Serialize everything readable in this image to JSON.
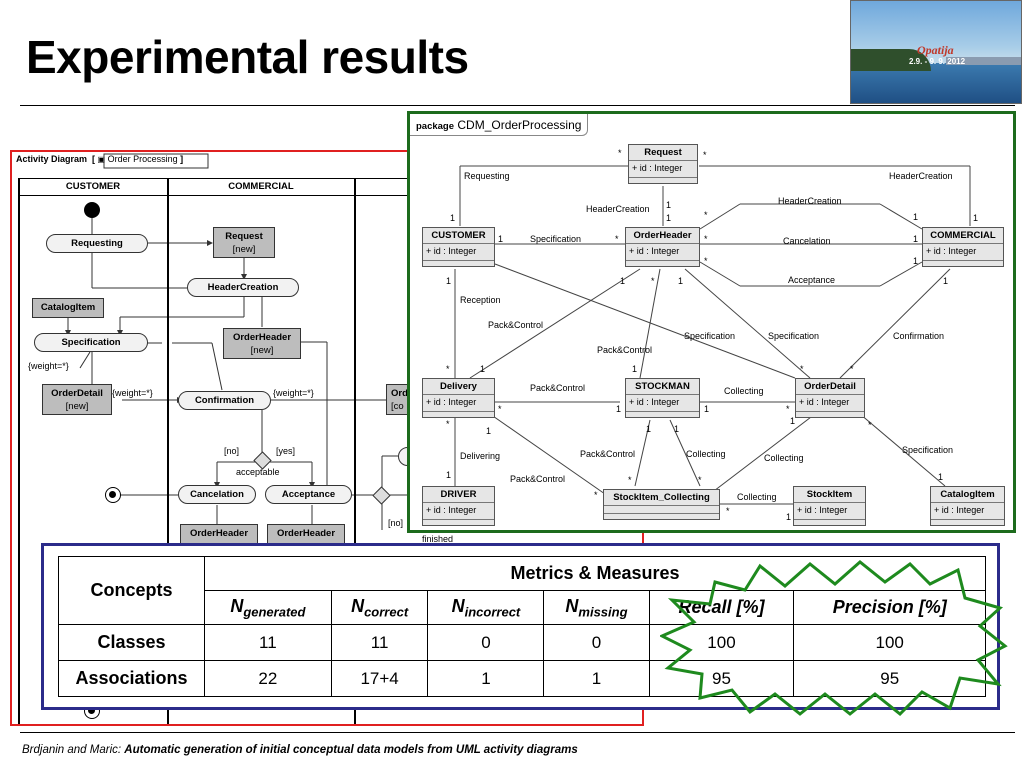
{
  "slide": {
    "title": "Experimental results",
    "photo": {
      "place": "Opatija",
      "dates": "2.9. - 9. 9. 2012"
    },
    "footer": {
      "authors": "Brdjanin and Maric:",
      "paper": "Automatic generation of initial conceptual data models  from UML activity diagrams"
    }
  },
  "activity_diagram": {
    "header_kind": "Activity Diagram",
    "header_name": "Order Processing",
    "lanes": [
      "CUSTOMER",
      "COMMERCIAL"
    ],
    "actions": {
      "requesting": "Requesting",
      "header_creation": "HeaderCreation",
      "specification": "Specification",
      "confirmation": "Confirmation",
      "cancelation": "Cancelation",
      "acceptance": "Acceptance"
    },
    "objects": {
      "request": {
        "name": "Request",
        "state": "[new]"
      },
      "catalog_item": {
        "name": "CatalogItem"
      },
      "order_header": {
        "name": "OrderHeader",
        "state": "[new]"
      },
      "order_detail": {
        "name": "OrderDetail",
        "state": "[new]"
      },
      "ord_cut": {
        "name": "Ord",
        "state": "[co"
      },
      "oh1": {
        "name": "OrderHeader"
      },
      "oh2": {
        "name": "OrderHeader"
      }
    },
    "labels": {
      "weight1": "{weight=*}",
      "weight2": "{weight=*}",
      "weight3": "{weight=*}",
      "no": "[no]",
      "yes": "[yes]",
      "acceptable": "acceptable",
      "no2": "[no]",
      "finished": "finished"
    }
  },
  "class_diagram": {
    "package_kw": "package",
    "package_name": "CDM_OrderProcessing",
    "classes": {
      "request": {
        "name": "Request",
        "attr": "+ id  : Integer"
      },
      "customer": {
        "name": "CUSTOMER",
        "attr": "+ id  : Integer"
      },
      "orderheader": {
        "name": "OrderHeader",
        "attr": "+ id  : Integer"
      },
      "commercial": {
        "name": "COMMERCIAL",
        "attr": "+ id  : Integer"
      },
      "delivery": {
        "name": "Delivery",
        "attr": "+ id  : Integer"
      },
      "stockman": {
        "name": "STOCKMAN",
        "attr": "+ id  : Integer"
      },
      "orderdetail": {
        "name": "OrderDetail",
        "attr": "+ id  : Integer"
      },
      "driver": {
        "name": "DRIVER",
        "attr": "+ id  : Integer"
      },
      "stockitem_collecting": {
        "name": "StockItem_Collecting",
        "attr": ""
      },
      "stockitem": {
        "name": "StockItem",
        "attr": "+ id  : Integer"
      },
      "catalogitem": {
        "name": "CatalogItem",
        "attr": "+ id  : Integer"
      }
    },
    "associations": {
      "requesting": "Requesting",
      "headercreation_top": "HeaderCreation",
      "headercreation_mid": "HeaderCreation",
      "headercreation_right": "HeaderCreation",
      "specification_left": "Specification",
      "cancelation": "Cancelation",
      "acceptance": "Acceptance",
      "reception": "Reception",
      "packcontrol_1": "Pack&Control",
      "packcontrol_2": "Pack&Control",
      "specification_mid1": "Specification",
      "specification_mid2": "Specification",
      "confirmation": "Confirmation",
      "packcontrol_3": "Pack&Control",
      "collecting_1": "Collecting",
      "delivering": "Delivering",
      "packcontrol_4": "Pack&Control",
      "collecting_2": "Collecting",
      "collecting_3": "Collecting",
      "packcontrol_5": "Pack&Control",
      "collecting_4": "Collecting",
      "specification_right": "Specification"
    },
    "multiplicities": {
      "one": "1",
      "many": "*"
    }
  },
  "metrics_table": {
    "header_concepts": "Concepts",
    "header_group": "Metrics & Measures",
    "columns": [
      {
        "base": "N",
        "sub": "generated"
      },
      {
        "base": "N",
        "sub": "correct"
      },
      {
        "base": "N",
        "sub": "incorrect"
      },
      {
        "base": "N",
        "sub": "missing"
      },
      {
        "base": "Recall [%]",
        "sub": ""
      },
      {
        "base": "Precision [%]",
        "sub": ""
      }
    ],
    "rows": [
      {
        "concept": "Classes",
        "values": [
          "11",
          "11",
          "0",
          "0",
          "100",
          "100"
        ]
      },
      {
        "concept": "Associations",
        "values": [
          "22",
          "17+4",
          "1",
          "1",
          "95",
          "95"
        ]
      }
    ]
  },
  "colors": {
    "activity_border": "#e02020",
    "class_border": "#1d6b1d",
    "table_border": "#2b2b8a",
    "starburst": "#1e8a1e"
  }
}
